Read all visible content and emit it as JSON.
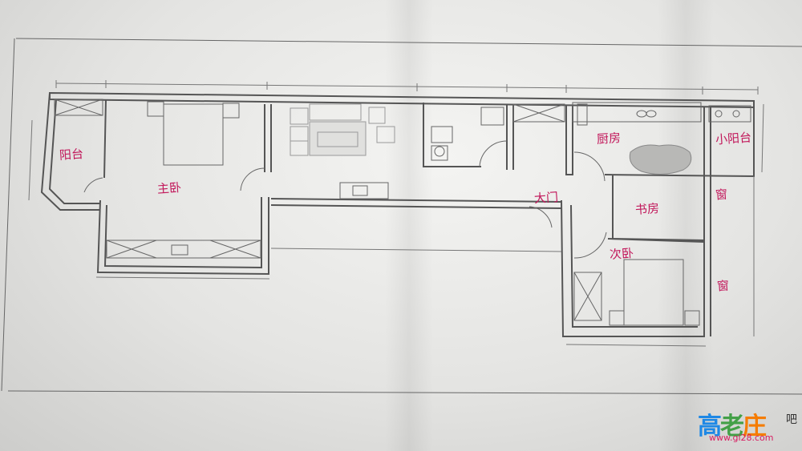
{
  "rooms": {
    "balcony_left": "阳台",
    "master_bedroom": "主卧",
    "kitchen": "厨房",
    "small_balcony": "小阳台",
    "main_door": "大门",
    "study": "书房",
    "second_bedroom": "次卧",
    "window_upper": "窗",
    "window_lower": "窗"
  },
  "watermark": {
    "chars": [
      "高",
      "老",
      "庄"
    ],
    "tail": "吧",
    "site": "www.gl28.com"
  },
  "colors": {
    "handwriting": "#c2185b",
    "linework": "#555555",
    "paper": "#ecebe8"
  }
}
